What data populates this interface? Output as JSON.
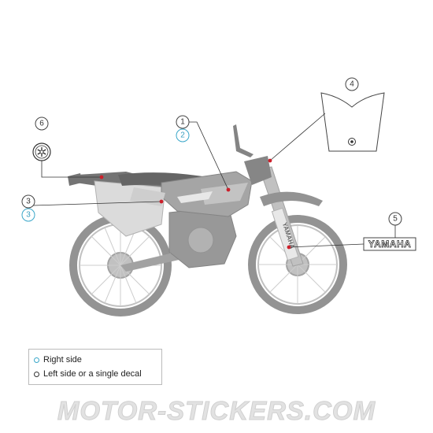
{
  "callouts": [
    {
      "number": "1",
      "variant": "left"
    },
    {
      "number": "2",
      "variant": "right"
    },
    {
      "number": "3",
      "variant": "left"
    },
    {
      "number": "3",
      "variant": "right"
    },
    {
      "number": "4",
      "variant": "left"
    },
    {
      "number": "5",
      "variant": "left"
    },
    {
      "number": "6",
      "variant": "left"
    }
  ],
  "decal_5_text": "YAMAHA",
  "fork_text": "YAMAHA",
  "legend": {
    "right_side": "Right side",
    "left_side": "Left side or a single decal"
  },
  "watermark": "MOTOR-STICKERS.COM",
  "colors": {
    "right_side_marker": "#3aa7c9",
    "left_side_marker": "#333333",
    "marker_dot": "#cc1f2a"
  }
}
